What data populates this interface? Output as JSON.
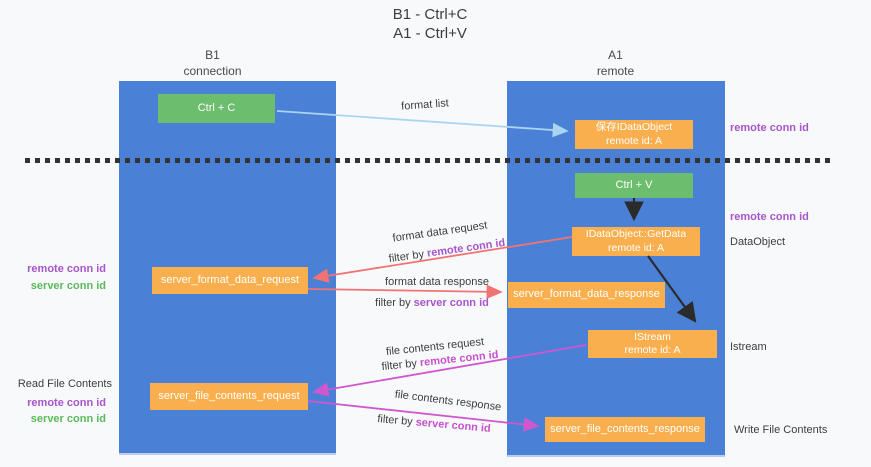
{
  "title": {
    "line1": "B1 - Ctrl+C",
    "line2": "A1 - Ctrl+V"
  },
  "columns": {
    "left": {
      "header_line1": "B1",
      "header_line2": "connection"
    },
    "right": {
      "header_line1": "A1",
      "header_line2": "remote"
    }
  },
  "nodes": {
    "ctrl_c": "Ctrl + C",
    "save_dataobject_line1": "保存IDataObject",
    "save_dataobject_line2": "remote id: A",
    "ctrl_v": "Ctrl + V",
    "getdata_line1": "IDataObject::GetData",
    "getdata_line2": "remote id: A",
    "format_request": "server_format_data_request",
    "format_response": "server_format_data_response",
    "istream_line1": "IStream",
    "istream_line2": "remote id: A",
    "file_request": "server_file_contents_request",
    "file_response": "server_file_contents_response"
  },
  "edge_labels": {
    "format_list": "format list",
    "format_data_request": "format data request",
    "format_data_response": "format data response",
    "file_contents_request": "file contents request",
    "file_contents_response": "file contents response",
    "filter_by": "filter by ",
    "remote_conn_id": "remote conn id",
    "server_conn_id": "server conn id"
  },
  "side_labels": {
    "right_remote_conn_id_top": "remote conn id",
    "right_remote_conn_id_mid": "remote conn id",
    "dataobject": "DataObject",
    "istream": "Istream",
    "write_file_contents": "Write File Contents",
    "left_remote_conn_id_top": "remote conn id",
    "left_server_conn_id_top": "server conn id",
    "read_file_contents": "Read File Contents",
    "left_remote_conn_id_bottom": "remote conn id",
    "left_server_conn_id_bottom": "server conn id"
  },
  "colors": {
    "page_bg": "#f8f9fa",
    "column_blue": "#4a80d6",
    "node_green": "#6cbe6e",
    "node_orange": "#f9af4e",
    "arrow_lightblue": "#a9d4f2",
    "arrow_black": "#2b2b2b",
    "arrow_salmon": "#f17373",
    "arrow_magenta": "#cf58cf",
    "text_purple": "#a855cc",
    "text_magenta": "#c750cf",
    "text_green": "#5cb85c",
    "text_dark": "#3d3d3d"
  }
}
